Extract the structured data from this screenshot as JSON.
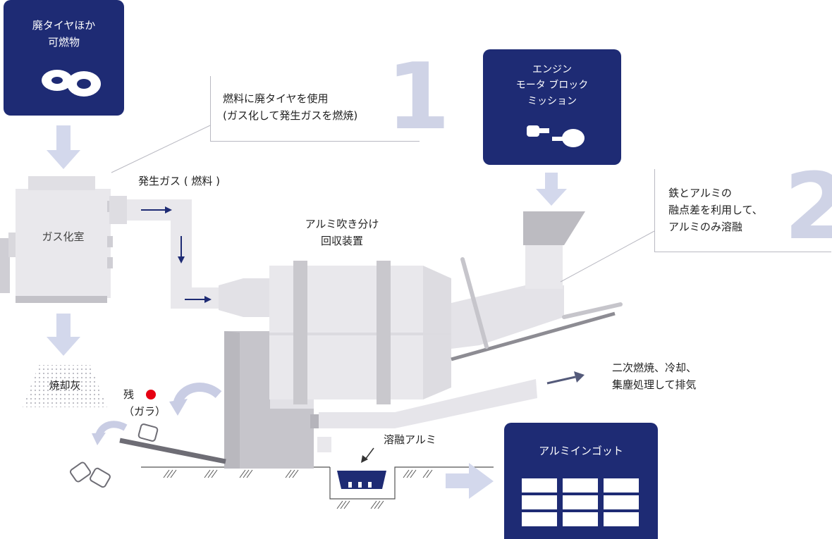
{
  "inputs": {
    "tires": {
      "line1": "廃タイヤほか",
      "line2": "可燃物"
    },
    "engine": {
      "line1": "エンジン",
      "line2": "モータ ブロック",
      "line3": "ミッション"
    }
  },
  "callouts": {
    "one": {
      "number": "1",
      "line1": "燃料に廃タイヤを使用",
      "line2": "(ガス化して発生ガスを燃焼)"
    },
    "two": {
      "number": "2",
      "line1": "鉄とアルミの",
      "line2": "融点差を利用して、",
      "line3": "アルミのみ溶融"
    }
  },
  "labels": {
    "gasification_room": "ガス化室",
    "generated_gas": "発生ガス ( 燃料 )",
    "separator_line1": "アルミ吹き分け",
    "separator_line2": "回収装置",
    "ash": "焼却灰",
    "residue_line1": "残",
    "residue_line2": "（ガラ）",
    "exhaust_line1": "二次燃焼、冷却、",
    "exhaust_line2": "集塵処理して排気",
    "molten_aluminum": "溶融アルミ",
    "ingot": "アルミインゴット"
  },
  "colors": {
    "navy": "#1e2b74",
    "machine_light": "#e9e8ec",
    "machine_mid": "#d6d5da",
    "machine_dark": "#b5b4bb",
    "arrow_light": "#d3d8ec",
    "residue_dot": "#e60012"
  }
}
